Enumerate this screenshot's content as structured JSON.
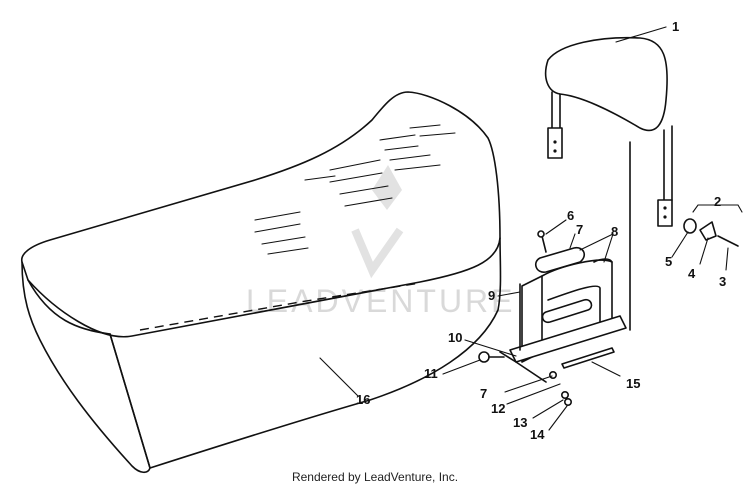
{
  "watermark": "LEADVENTURE",
  "footer": "Rendered by LeadVenture, Inc.",
  "callouts": [
    "1",
    "2",
    "3",
    "4",
    "5",
    "6",
    "7",
    "8",
    "9",
    "10",
    "11",
    "7",
    "12",
    "13",
    "14",
    "15",
    "16"
  ]
}
